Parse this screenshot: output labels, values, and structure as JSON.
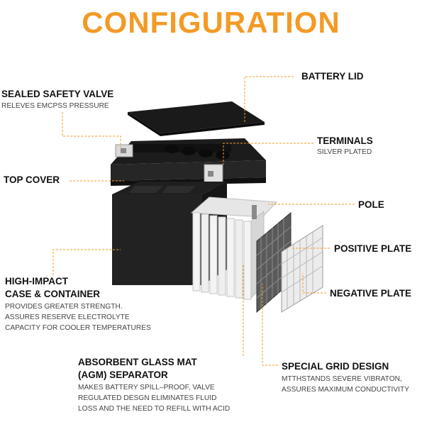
{
  "title": "CONFIGURATION",
  "colors": {
    "accent": "#f39a26",
    "label": "#111111",
    "subtext": "#444444"
  },
  "callouts": {
    "battery_lid": {
      "label": "BATTERY LID"
    },
    "safety_valve": {
      "label": "SEALED SAFETY VALVE",
      "desc": "RELEVES EMCPSS PRESSURE"
    },
    "terminals": {
      "label": "TERMINALS",
      "desc": "SILVER PLATED"
    },
    "top_cover": {
      "label": "TOP COVER"
    },
    "pole": {
      "label": "POLE"
    },
    "positive_plate": {
      "label": "POSITIVE PLATE"
    },
    "case": {
      "label_line1": "HIGH-IMPACT",
      "label_line2": "CASE & CONTAINER",
      "desc": [
        "PROVIDES GREATER STRENGTH.",
        "ASSURES RESERVE ELECTROLYTE",
        "CAPACITY FOR COOLER TEMPERATURES"
      ]
    },
    "negative_plate": {
      "label": "NEGATIVE PLATE"
    },
    "agm": {
      "label_line1": "ABSORBENT GLASS MAT",
      "label_line2": "(AGM) SEPARATOR",
      "desc": [
        "MAKES BATTERY SPILL–PROOF, VALVE",
        "REGULATED DESGN ELIMINATES FLUID",
        "LOSS AND THE NEED TO REFILL WITH ACID"
      ]
    },
    "grid": {
      "label": "SPECIAL GRID DESIGN",
      "desc": [
        "MTTHSTANDS SEVERE VIBRATON,",
        "ASSURES MAXIMUM CONDUCTIVITY"
      ]
    }
  }
}
